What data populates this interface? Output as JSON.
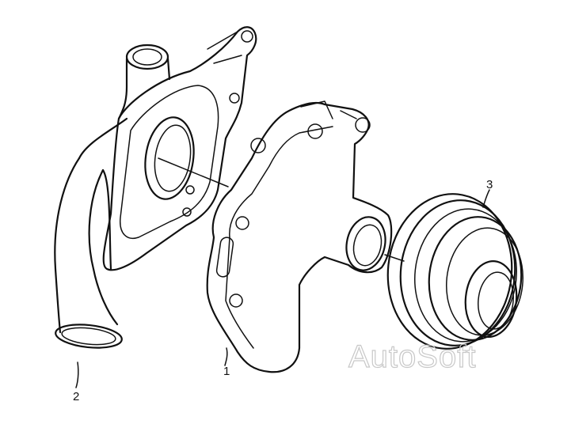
{
  "callouts": [
    {
      "id": "1",
      "label": "1"
    },
    {
      "id": "2",
      "label": "2"
    },
    {
      "id": "3",
      "label": "3"
    }
  ],
  "watermark": "AutoSoft",
  "colors": {
    "ink": "#111111",
    "watermark": "#c8c8c8",
    "background": "#ffffff"
  }
}
